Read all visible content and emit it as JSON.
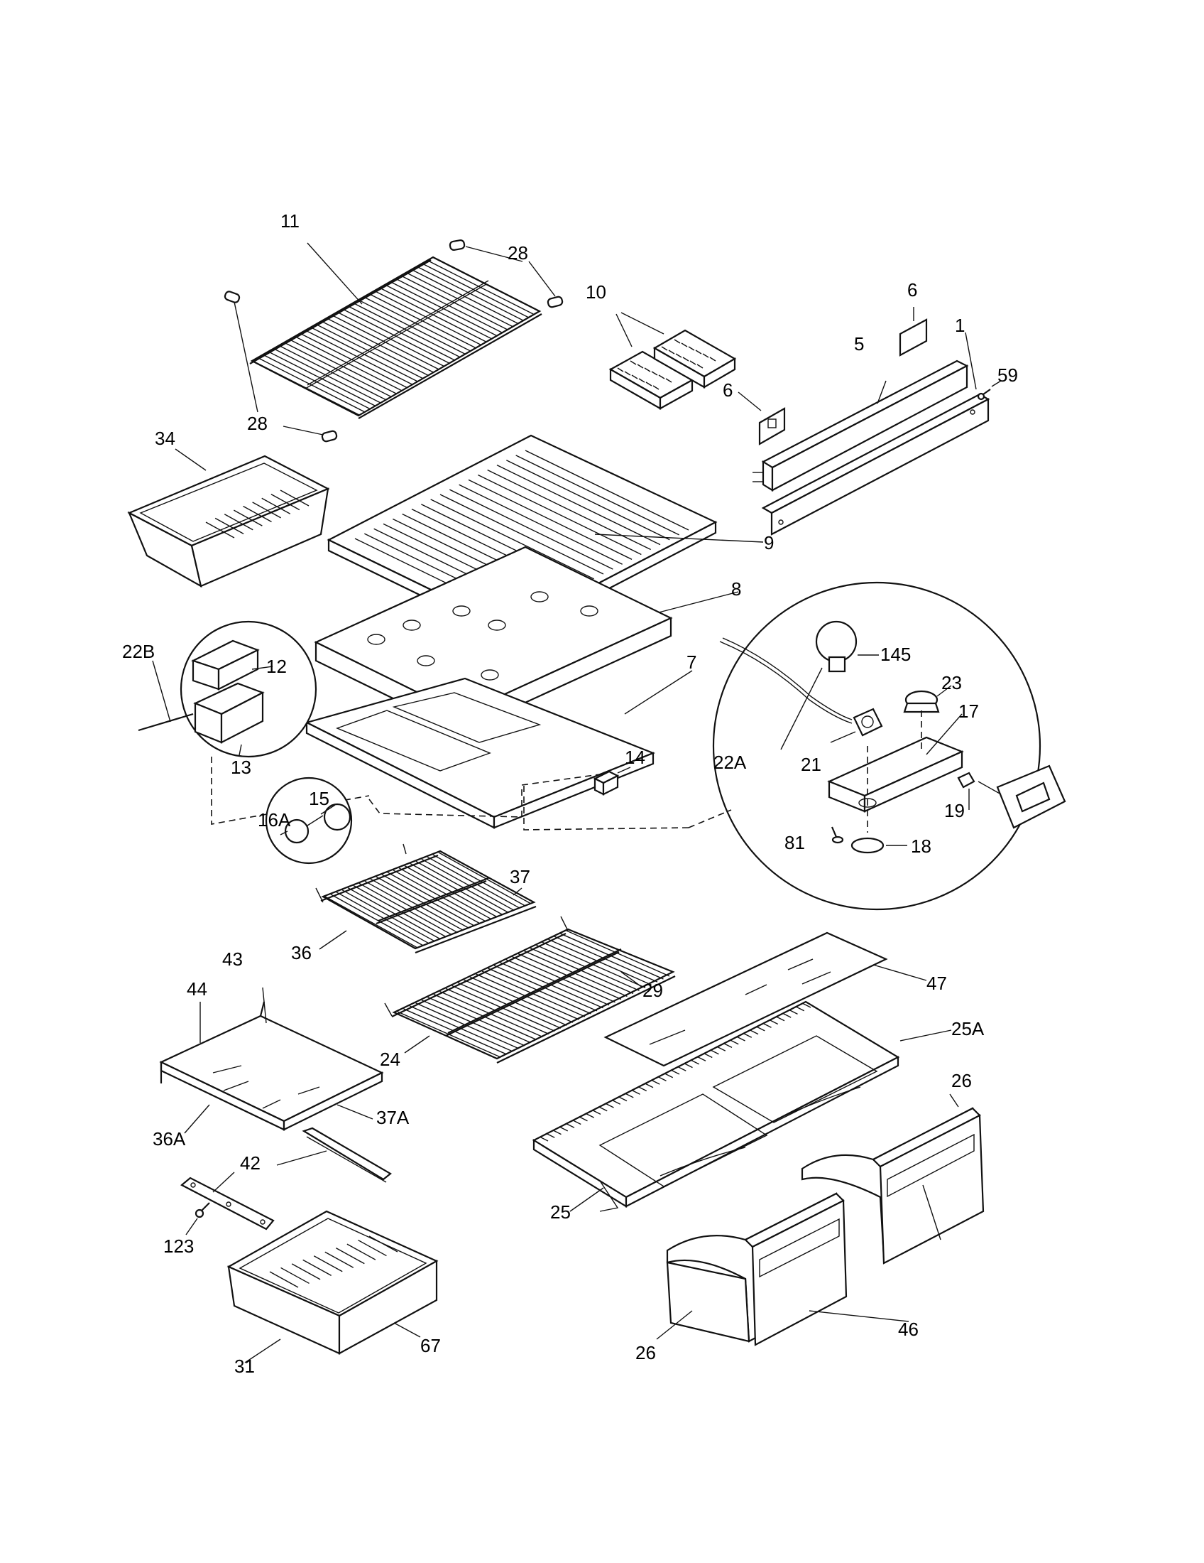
{
  "colors": {
    "line": "#111111",
    "background": "#ffffff"
  },
  "callouts": {
    "c11": "11",
    "c28a": "28",
    "c28b": "28",
    "c10": "10",
    "c6a": "6",
    "c6b": "6",
    "c5": "5",
    "c1": "1",
    "c59": "59",
    "c34": "34",
    "c9": "9",
    "c8": "8",
    "c7": "7",
    "c22B": "22B",
    "c12": "12",
    "c13": "13",
    "c14": "14",
    "c15": "15",
    "c16A": "16A",
    "c145": "145",
    "c23": "23",
    "c17": "17",
    "c22A": "22A",
    "c21": "21",
    "c19": "19",
    "c81": "81",
    "c18": "18",
    "c37": "37",
    "c36": "36",
    "c29": "29",
    "c47": "47",
    "c43": "43",
    "c44": "44",
    "c24": "24",
    "c25A": "25A",
    "c36A": "36A",
    "c37A": "37A",
    "c42": "42",
    "c26a": "26",
    "c123": "123",
    "c25": "25",
    "c31": "31",
    "c67": "67",
    "c46": "46",
    "c26b": "26"
  }
}
